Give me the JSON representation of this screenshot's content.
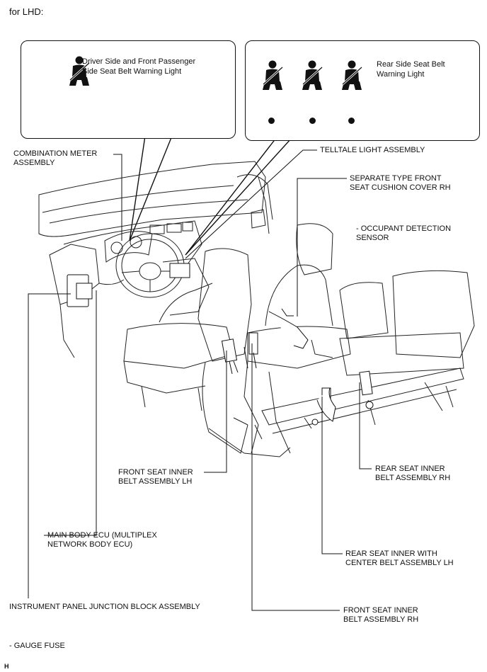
{
  "header": {
    "variant": "for LHD:"
  },
  "callouts": {
    "front": {
      "text": "Driver Side and Front Passenger\nSide Seat Belt Warning Light",
      "icon": "seat-belt-icon"
    },
    "rear": {
      "text": "Rear Side Seat Belt\nWarning Light",
      "icon": "seat-belt-icon"
    }
  },
  "labels": {
    "combination_meter": "COMBINATION METER\nASSEMBLY",
    "telltale": "TELLTALE LIGHT ASSEMBLY",
    "separate_cover": "SEPARATE TYPE FRONT\nSEAT CUSHION COVER RH",
    "occupant_sensor": "- OCCUPANT DETECTION\nSENSOR",
    "front_inner_lh": "FRONT SEAT INNER\nBELT ASSEMBLY LH",
    "rear_inner_rh": "REAR SEAT INNER\nBELT ASSEMBLY RH",
    "main_body_ecu": "MAIN BODY ECU (MULTIPLEX\nNETWORK BODY ECU)",
    "rear_center_lh": "REAR SEAT INNER WITH\nCENTER BELT ASSEMBLY LH",
    "ip_junction": "INSTRUMENT PANEL JUNCTION BLOCK ASSEMBLY",
    "front_inner_rh": "FRONT SEAT INNER\nBELT ASSEMBLY RH",
    "gauge_fuse": "- GAUGE FUSE"
  },
  "footer": {
    "code": "H"
  }
}
